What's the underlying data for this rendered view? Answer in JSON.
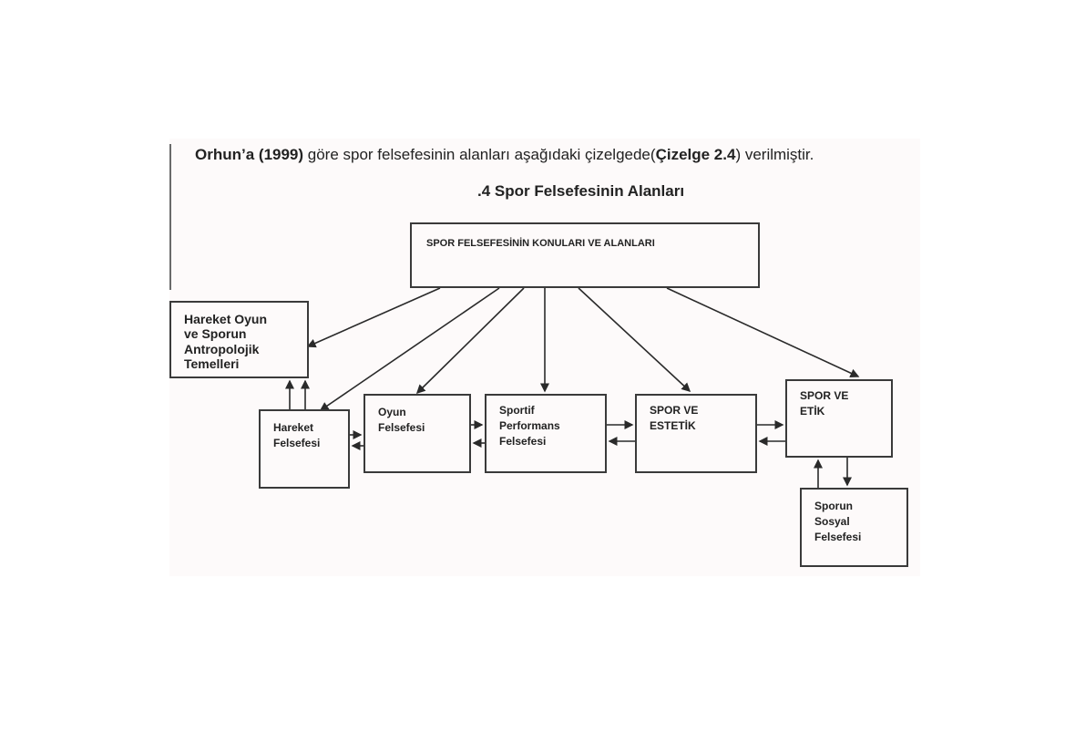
{
  "intro": {
    "author": "Orhun’a",
    "year": "(1999)",
    "middle": " göre spor felsefesinin  alanları aşağıdaki çizelgede(",
    "ref": "Çizelge 2.4",
    "end": ") verilmiştir."
  },
  "caption": ".4  Spor Felsefesinin Alanları",
  "boxes": {
    "top": "SPOR FELSEFESİNİN KONULARI VE ALANLARI",
    "antropoloji": "Hareket Oyun\nve Sporun\nAntropolojik\nTemelleri",
    "hareket": "Hareket\nFelsefesi",
    "oyun": "Oyun\nFelsefesi",
    "sportif": "Sportif\nPerformans\nFelsefesi",
    "estetik": "SPOR VE\nESTETİK",
    "etik": "SPOR VE\nETİK",
    "sosyal": "Sporun\nSosyal\nFelsefesi"
  },
  "colors": {
    "ink": "#2a2a2a",
    "paper": "#fdfafa"
  }
}
